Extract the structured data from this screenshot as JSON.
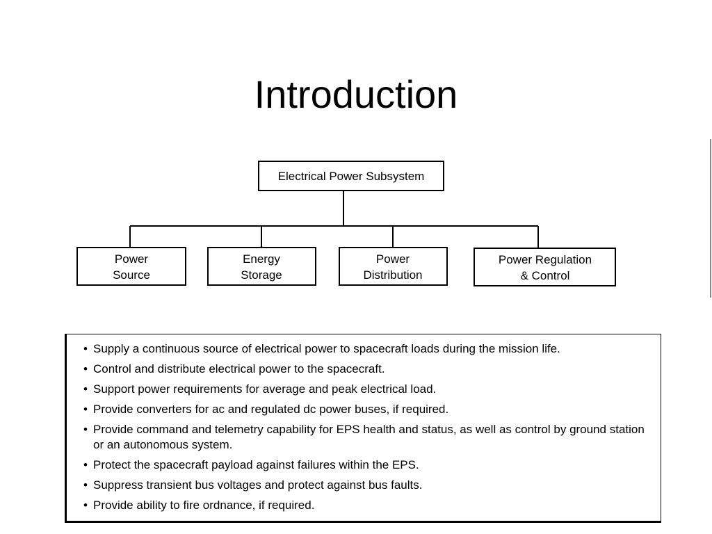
{
  "slide": {
    "title": "Introduction"
  },
  "diagram": {
    "root": {
      "lines": [
        "Electrical Power Subsystem"
      ]
    },
    "children": [
      {
        "lines": [
          "Power",
          "Source"
        ]
      },
      {
        "lines": [
          "Energy",
          "Storage"
        ]
      },
      {
        "lines": [
          "Power",
          "Distribution"
        ]
      },
      {
        "lines": [
          "Power Regulation",
          "& Control"
        ]
      }
    ]
  },
  "objectives": {
    "bullet": "•",
    "items": [
      "Supply a continuous source of electrical power to spacecraft loads during the mission life.",
      "Control and distribute electrical power to the spacecraft.",
      "Support power requirements for average and peak electrical load.",
      "Provide converters for ac and regulated dc power buses, if required.",
      "Provide command and telemetry capability for EPS health and status, as well as control by ground station or an autonomous system.",
      "Protect the spacecraft payload against failures within the EPS.",
      "Suppress transient bus voltages and protect against bus faults.",
      "Provide ability to fire ordnance, if required."
    ]
  }
}
